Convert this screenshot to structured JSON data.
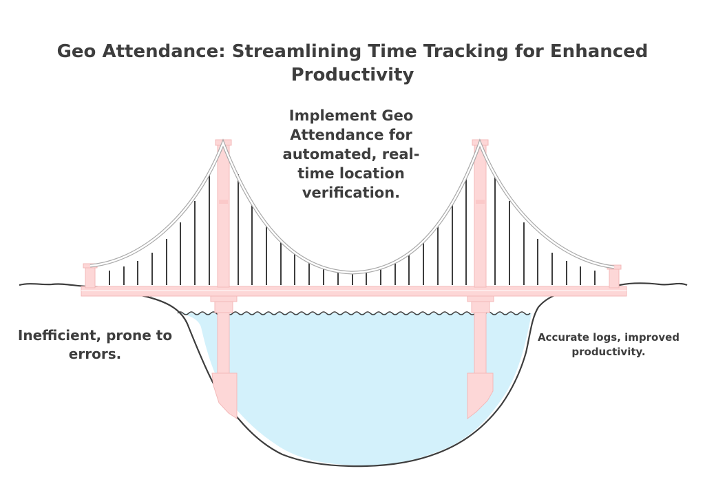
{
  "title": "Geo Attendance: Streamlining Time Tracking for Enhanced Productivity",
  "bridge": {
    "center_text": "Implement Geo Attendance for automated, real-time location verification.",
    "left_text": "Inefficient, prone to errors.",
    "right_text": "Accurate logs, improved productivity."
  },
  "colors": {
    "water": "#d3f1fb",
    "structure": "#fdd7d7",
    "structure_line": "#f3b9b9",
    "ink": "#3d3d3d"
  }
}
